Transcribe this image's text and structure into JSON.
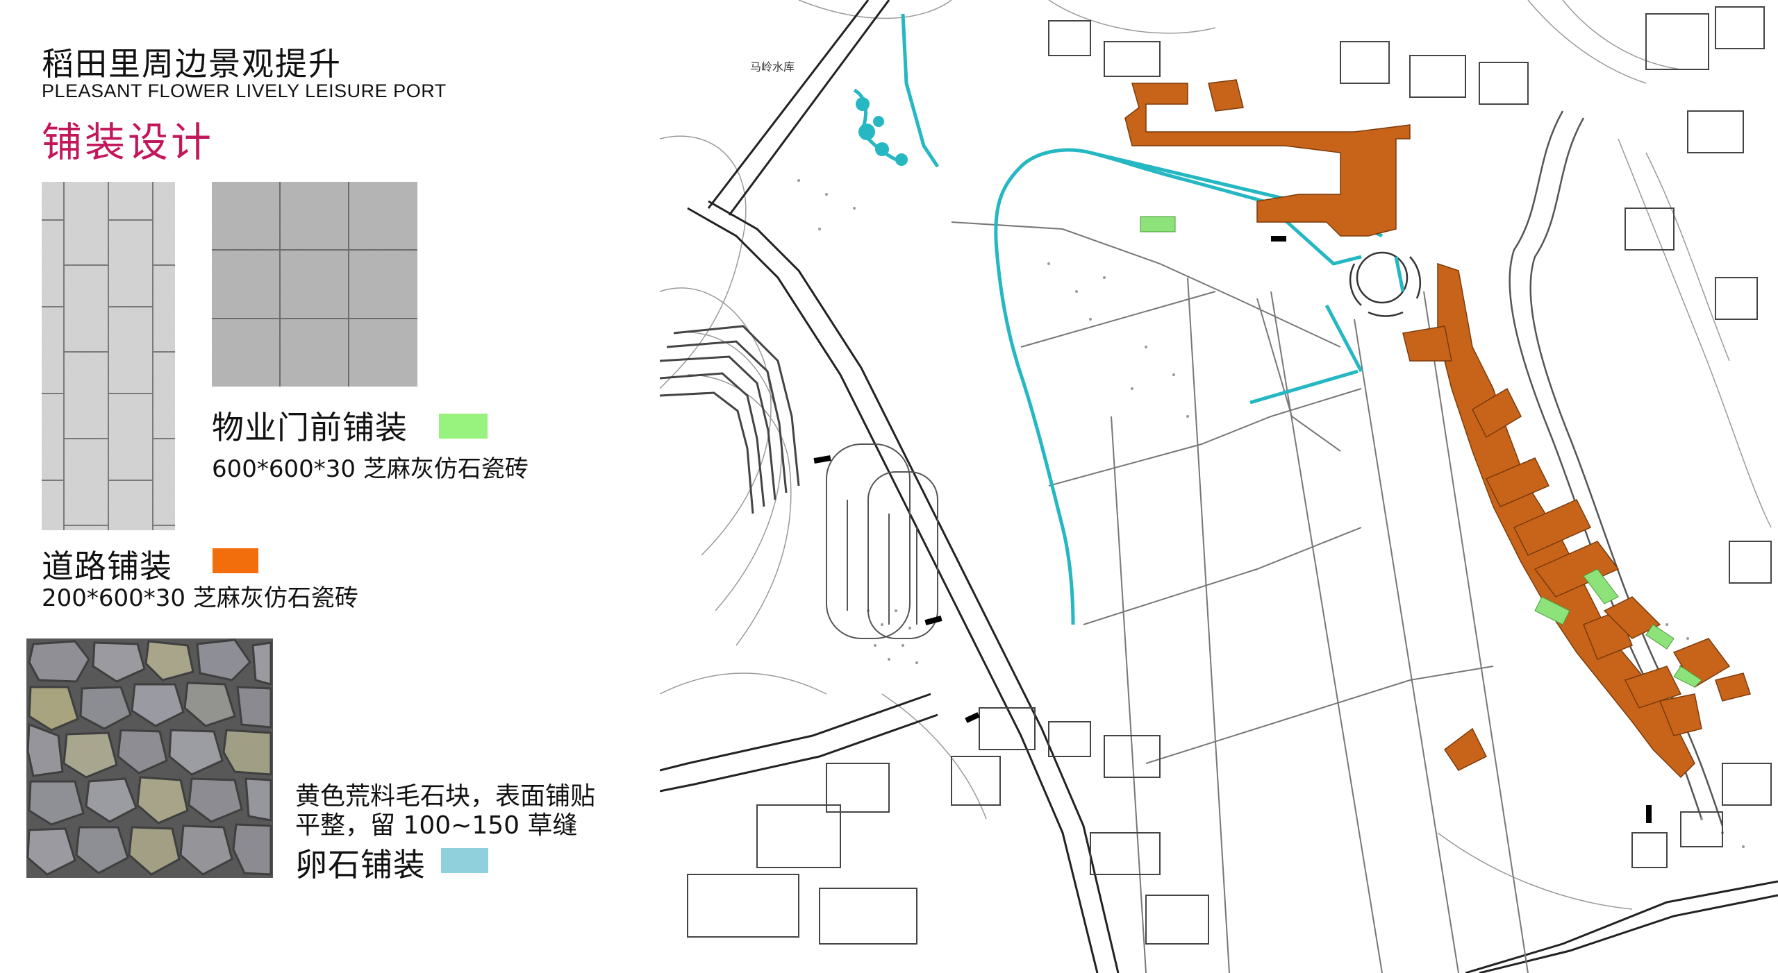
{
  "header": {
    "title": "稻田里周边景观提升",
    "subtitle": "PLEASANT FLOWER LIVELY LEISURE PORT",
    "section": "铺装设计"
  },
  "legend": {
    "property_paving": {
      "name": "物业门前铺装",
      "spec": "600*600*30 芝麻灰仿石瓷砖",
      "color": "#98f27e"
    },
    "road_paving": {
      "name": "道路铺装",
      "spec": "200*600*30 芝麻灰仿石瓷砖",
      "color": "#f26d0c"
    },
    "pebble_paving": {
      "name": "卵石铺装",
      "desc_line1": "黄色荒料毛石块，表面铺贴",
      "desc_line2": "平整，留 100~150 草缝",
      "color": "#8fd0dc"
    }
  },
  "map": {
    "label_reservoir": "马岭水库",
    "road_color": "#c8641a",
    "path_color": "#25b7c2",
    "green_color": "#8ee27a"
  }
}
